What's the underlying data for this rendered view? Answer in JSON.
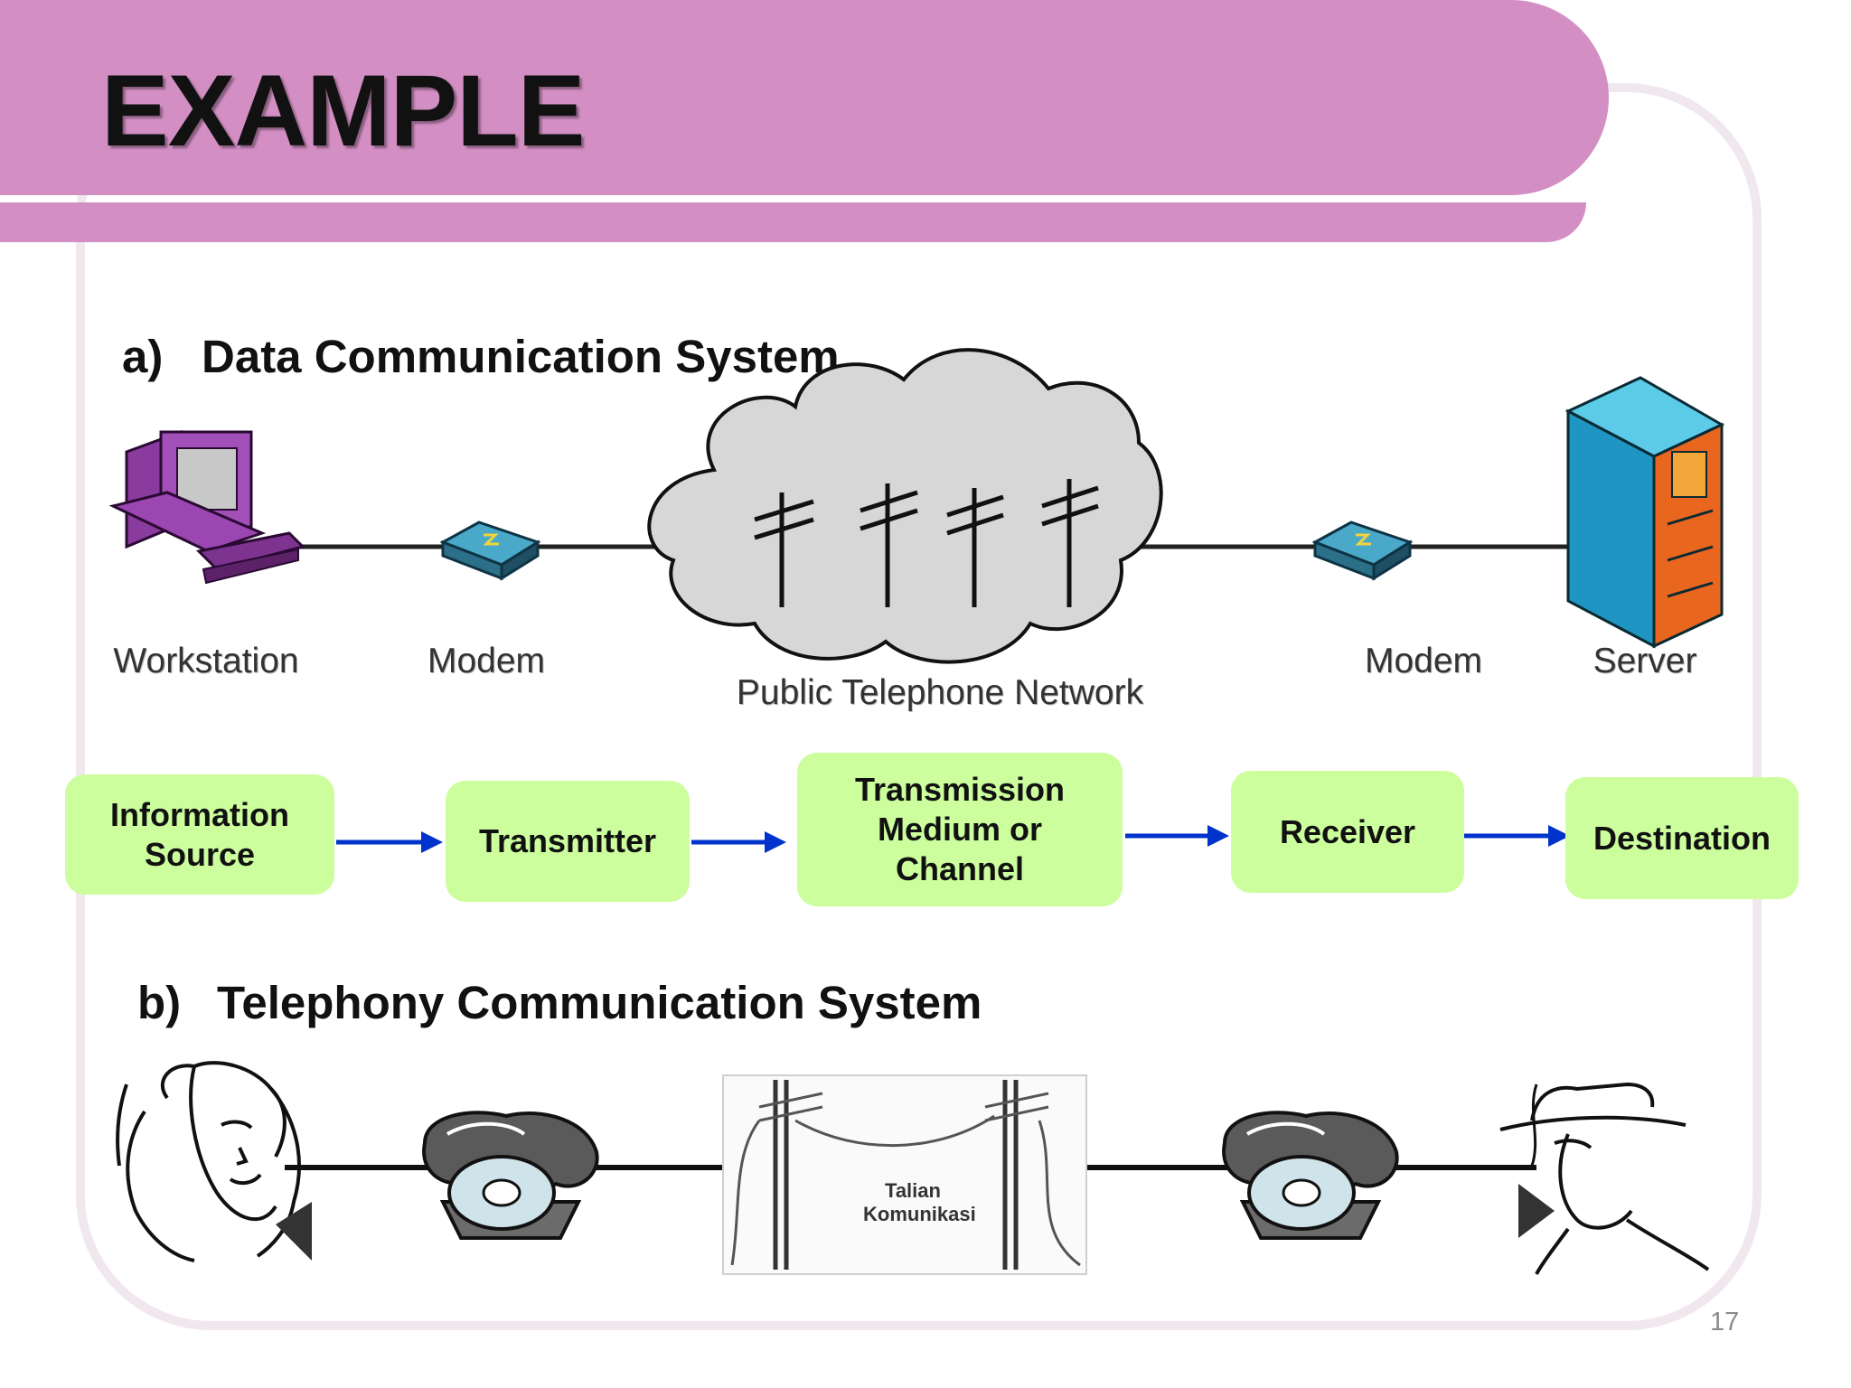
{
  "slide": {
    "title": "EXAMPLE",
    "page_number": "17",
    "colors": {
      "banner": "#d38fc4",
      "flow_box": "#ccfe9e",
      "arrow": "#0033cc",
      "frame": "#f1e7ee"
    }
  },
  "section_a": {
    "label": "a)",
    "title": "Data Communication System",
    "devices": [
      {
        "label": "Workstation",
        "icon": "workstation-icon"
      },
      {
        "label": "Modem",
        "icon": "modem-icon"
      },
      {
        "label": "Public Telephone Network",
        "icon": "cloud-network-icon"
      },
      {
        "label": "Modem",
        "icon": "modem-icon"
      },
      {
        "label": "Server",
        "icon": "server-icon"
      }
    ]
  },
  "flow": {
    "boxes": [
      {
        "text": "Information\nSource"
      },
      {
        "text": "Transmitter"
      },
      {
        "text": "Transmission\nMedium or\nChannel"
      },
      {
        "text": "Receiver"
      },
      {
        "text": "Destination"
      }
    ]
  },
  "section_b": {
    "label": "b)",
    "title": "Telephony Communication System",
    "poles_caption_line1": "Talian",
    "poles_caption_line2": "Komunikasi",
    "icons": [
      "woman-speaker-icon",
      "rotary-phone-icon",
      "telephone-poles-icon",
      "rotary-phone-icon",
      "man-listener-icon"
    ]
  }
}
